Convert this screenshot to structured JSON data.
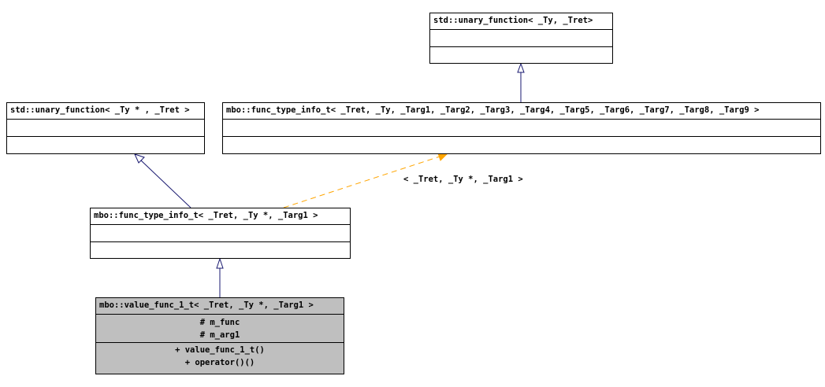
{
  "classes": {
    "unary_tret": {
      "name": "std::unary_function< _Ty, _Tret>"
    },
    "unary_typtr": {
      "name": "std::unary_function< _Ty * , _Tret >"
    },
    "func_type_info_full": {
      "name": "mbo::func_type_info_t< _Tret, _Ty, _Targ1, _Targ2, _Targ3, _Targ4, _Targ5, _Targ6, _Targ7, _Targ8, _Targ9 >"
    },
    "func_type_info_spec": {
      "name": "mbo::func_type_info_t< _Tret, _Ty *, _Targ1 >"
    },
    "value_func": {
      "name": "mbo::value_func_1_t< _Tret, _Ty *, _Targ1 >",
      "attributes": [
        "# m_func",
        "# m_arg1"
      ],
      "methods": [
        "+ value_func_1_t()",
        "+ operator()()"
      ]
    }
  },
  "edges": {
    "template_binding_label": "< _Tret, _Ty *, _Targ1 >"
  },
  "colors": {
    "inheritance": "#191970",
    "template_binding": "#ffa500",
    "current_class_fill": "#bfbfbf"
  }
}
